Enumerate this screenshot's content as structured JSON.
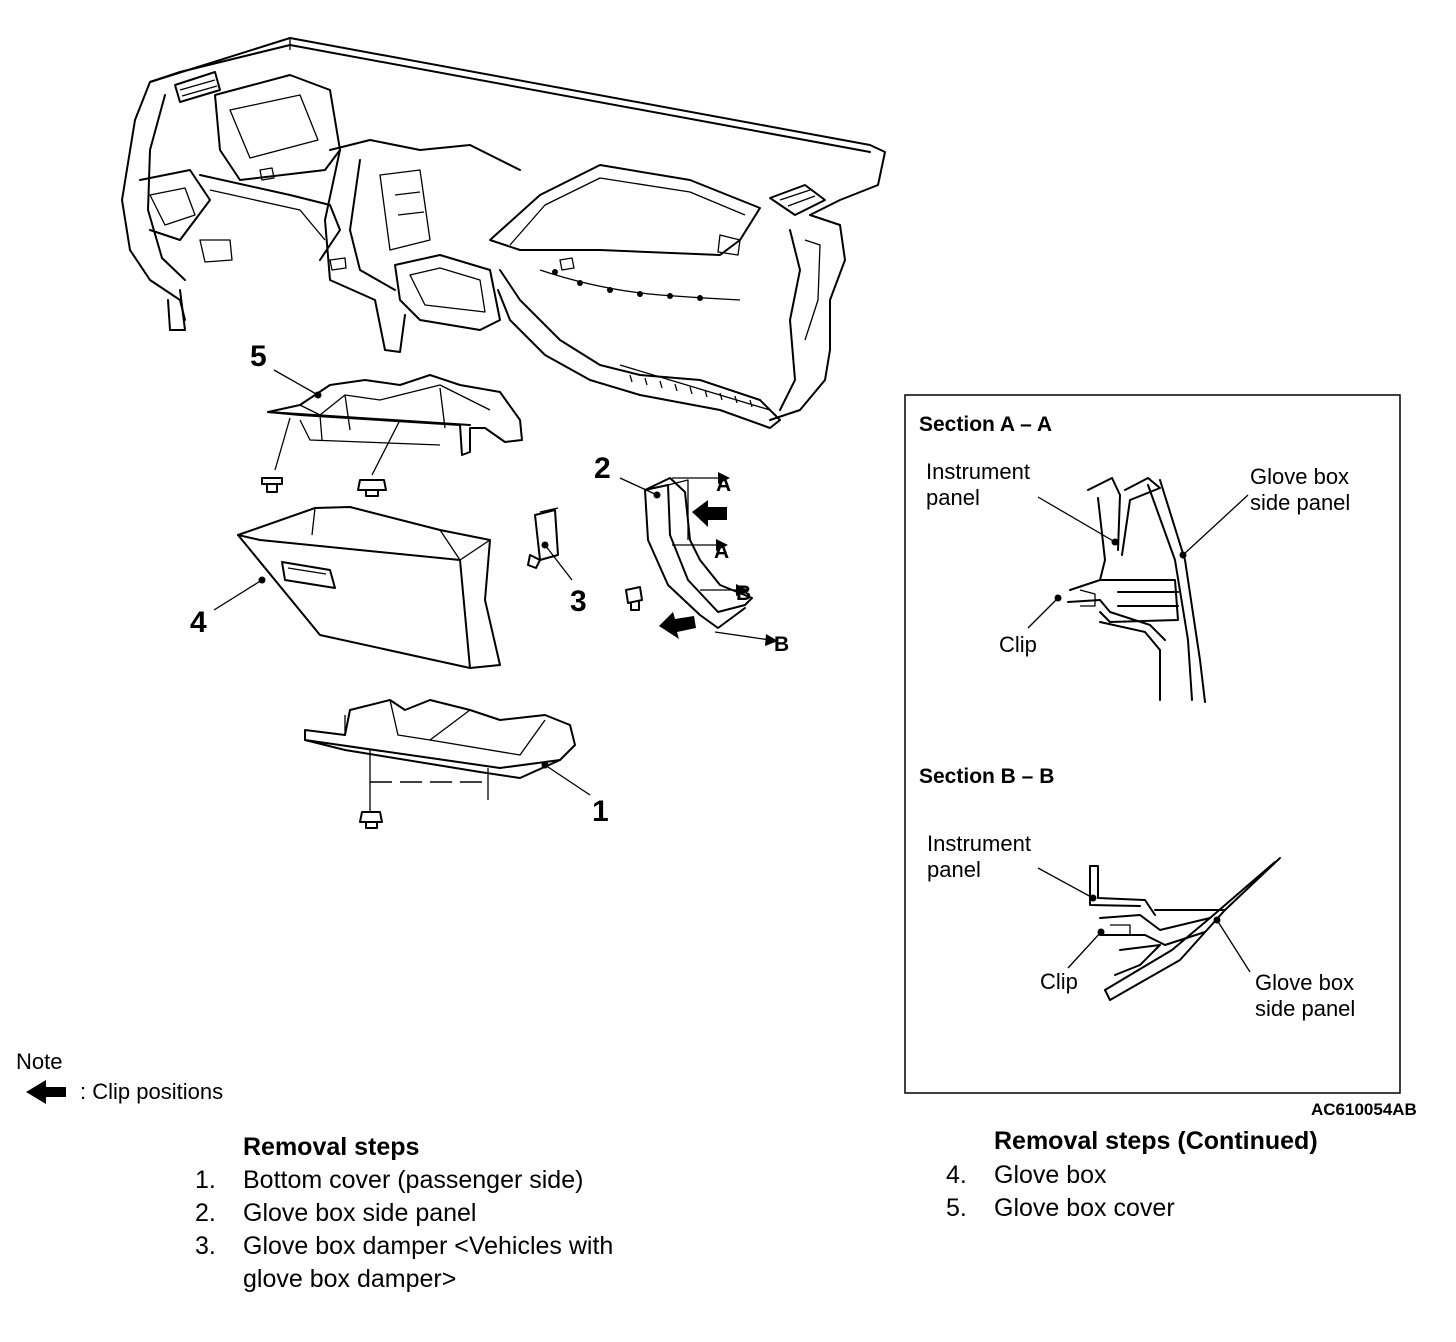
{
  "callouts": {
    "c1": "1",
    "c2": "2",
    "c3": "3",
    "c4": "4",
    "c5": "5"
  },
  "section_markers": {
    "a_top": "A",
    "a_bottom": "A",
    "b_top": "B",
    "b_bottom": "B"
  },
  "inset": {
    "section_aa": {
      "title": "Section A – A",
      "instrument_panel": "Instrument\npanel",
      "glove_box_side_panel": "Glove box\nside panel",
      "clip": "Clip"
    },
    "section_bb": {
      "title": "Section B – B",
      "instrument_panel": "Instrument\npanel",
      "glove_box_side_panel": "Glove box\nside panel",
      "clip": "Clip"
    }
  },
  "figure_code": "AC610054AB",
  "note": {
    "heading": "Note",
    "clip_positions": ": Clip positions"
  },
  "removal_steps": {
    "title": "Removal steps",
    "steps": [
      {
        "num": "1.",
        "text": "Bottom cover (passenger side)"
      },
      {
        "num": "2.",
        "text": "Glove box side panel"
      },
      {
        "num": "3.",
        "text": "Glove box damper <Vehicles with glove box damper>"
      }
    ]
  },
  "removal_steps_continued": {
    "title": "Removal steps (Continued)",
    "steps": [
      {
        "num": "4.",
        "text": "Glove box"
      },
      {
        "num": "5.",
        "text": "Glove box cover"
      }
    ]
  }
}
